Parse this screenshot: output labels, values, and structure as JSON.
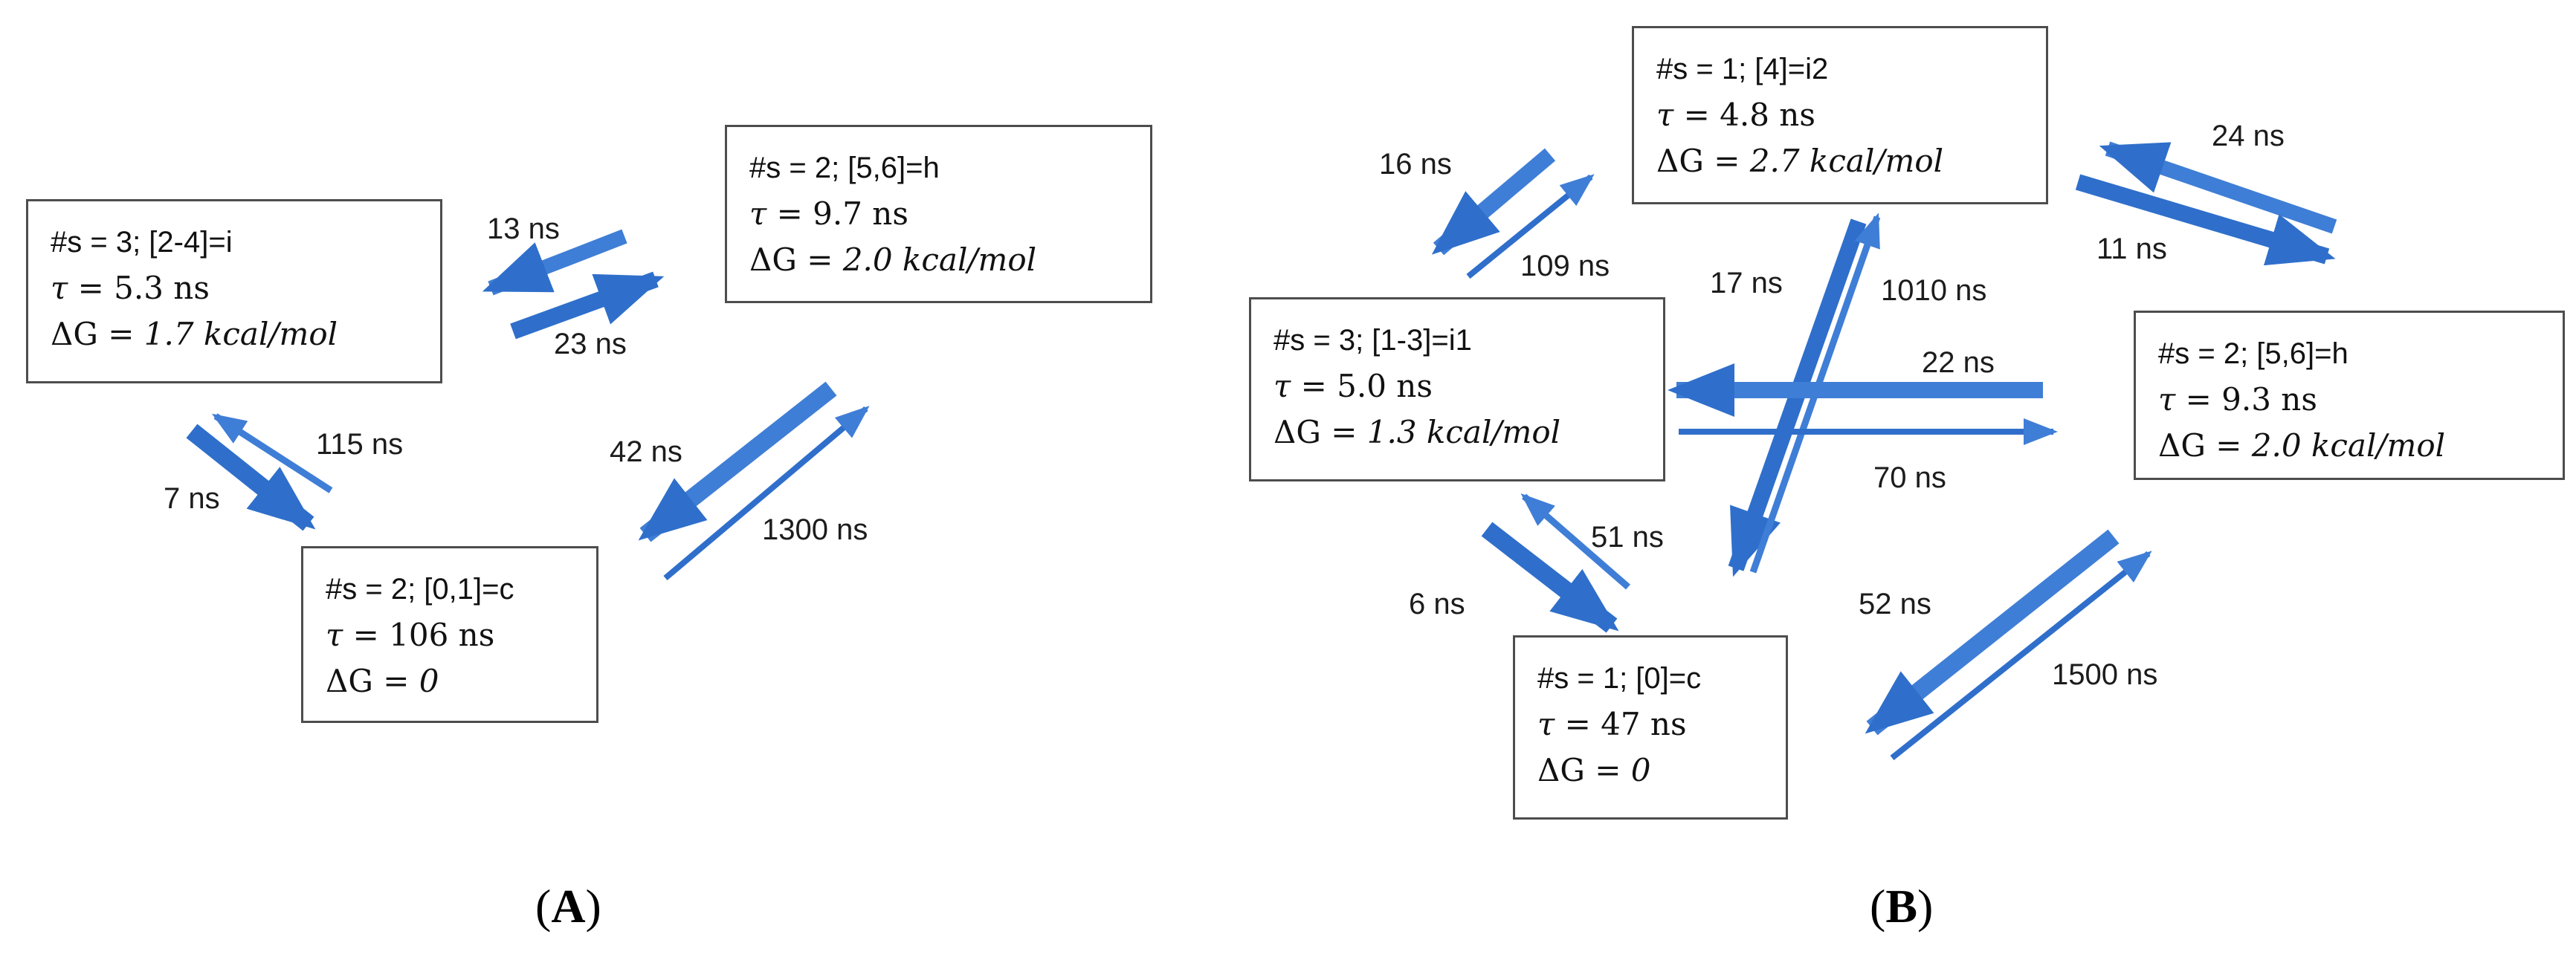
{
  "colors": {
    "arrow": "#2f6fcb",
    "arrow_light": "#3f7ed6",
    "box_border": "#4d4d4d"
  },
  "panel_a": {
    "label_open": "(",
    "label_letter": "A",
    "label_close": ")",
    "states": {
      "i": {
        "line1": "#s = 3;  [2-4]=i",
        "tau_label": "τ = ",
        "tau_value": "5.3 ns",
        "dg_label": "ΔG = ",
        "dg_value": "1.7 kcal/mol"
      },
      "h": {
        "line1": "#s = 2;  [5,6]=h",
        "tau_label": "τ = ",
        "tau_value": "9.7 ns",
        "dg_label": "ΔG = ",
        "dg_value": "2.0 kcal/mol"
      },
      "c": {
        "line1": "#s = 2;  [0,1]=c",
        "tau_label": "τ = ",
        "tau_value": "106 ns",
        "dg_label": "ΔG = ",
        "dg_value": "0"
      }
    },
    "rates": {
      "h_to_i": "13 ns",
      "i_to_h": "23 ns",
      "c_to_i": "115 ns",
      "i_to_c": "7 ns",
      "h_to_c": "42 ns",
      "c_to_h": "1300 ns"
    }
  },
  "panel_b": {
    "label_open": "(",
    "label_letter": "B",
    "label_close": ")",
    "states": {
      "i2": {
        "line1": "#s = 1;  [4]=i2",
        "tau_label": "τ = ",
        "tau_value": "4.8 ns",
        "dg_label": "ΔG = ",
        "dg_value": "2.7 kcal/mol"
      },
      "i1": {
        "line1": "#s = 3;  [1-3]=i1",
        "tau_label": "τ = ",
        "tau_value": "5.0 ns",
        "dg_label": "ΔG = ",
        "dg_value": "1.3 kcal/mol"
      },
      "h": {
        "line1": "#s = 2;  [5,6]=h",
        "tau_label": "τ = ",
        "tau_value": "9.3 ns",
        "dg_label": "ΔG = ",
        "dg_value": "2.0 kcal/mol"
      },
      "c": {
        "line1": "#s = 1;  [0]=c",
        "tau_label": "τ = ",
        "tau_value": "47 ns",
        "dg_label": "ΔG = ",
        "dg_value": "0"
      }
    },
    "rates": {
      "i2_to_i1": "16 ns",
      "i1_to_i2": "109 ns",
      "h_to_i2": "24 ns",
      "i2_to_h": "11 ns",
      "i2_to_c": "17 ns",
      "c_to_i2": "1010 ns",
      "h_to_i1": "22  ns",
      "i1_to_h": "70 ns",
      "c_to_i1": "51 ns",
      "i1_to_c": "6 ns",
      "h_to_c": "52 ns",
      "c_to_h": "1500 ns"
    }
  }
}
